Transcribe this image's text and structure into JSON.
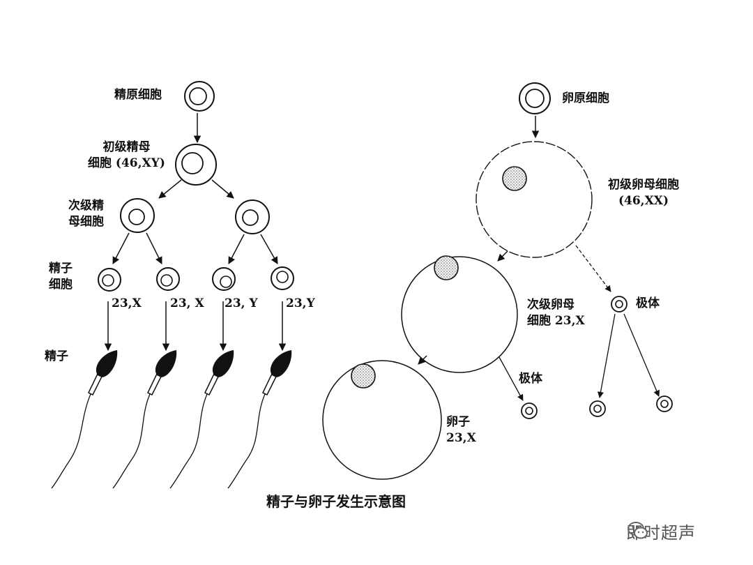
{
  "title": "精子与卵子发生示意图",
  "watermark": "即时超声",
  "sperm_side": {
    "spermatogonium": "精原细胞",
    "primary_spermatocyte": "初级精母\n细胞 (46,XY)",
    "secondary_spermatocyte": "次级精\n母细胞",
    "spermatid": "精子\n细胞",
    "spermatid_1": "23,X",
    "spermatid_2": "23, X",
    "spermatid_3": "23, Y",
    "spermatid_4": "23,Y",
    "sperm": "精子"
  },
  "egg_side": {
    "oogonium": "卵原细胞",
    "primary_oocyte": "初级卵母细胞\n(46,XX)",
    "secondary_oocyte": "次级卵母\n细胞 23,X",
    "polar_body_1": "极体",
    "polar_body_2": "极体",
    "ovum": "卵子\n23,X"
  }
}
